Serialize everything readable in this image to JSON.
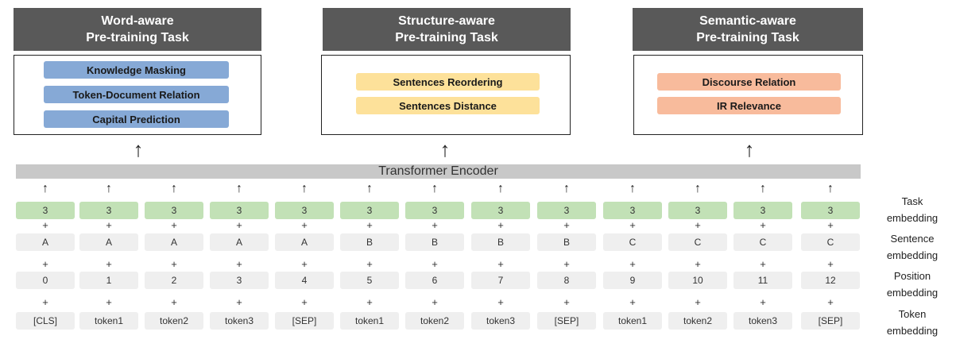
{
  "headers": {
    "word": {
      "line1": "Word-aware",
      "line2": "Pre-training Task"
    },
    "structure": {
      "line1": "Structure-aware",
      "line2": "Pre-training Task"
    },
    "semantic": {
      "line1": "Semantic-aware",
      "line2": "Pre-training Task"
    }
  },
  "tasks": {
    "word": [
      "Knowledge Masking",
      "Token-Document Relation",
      "Capital Prediction"
    ],
    "structure": [
      "Sentences Reordering",
      "Sentences Distance"
    ],
    "semantic": [
      "Discourse Relation",
      "IR Relevance"
    ]
  },
  "encoder_label": "Transformer Encoder",
  "rows": {
    "task": [
      "3",
      "3",
      "3",
      "3",
      "3",
      "3",
      "3",
      "3",
      "3",
      "3",
      "3",
      "3",
      "3"
    ],
    "sentence": [
      "A",
      "A",
      "A",
      "A",
      "A",
      "B",
      "B",
      "B",
      "B",
      "C",
      "C",
      "C",
      "C"
    ],
    "position": [
      "0",
      "1",
      "2",
      "3",
      "4",
      "5",
      "6",
      "7",
      "8",
      "9",
      "10",
      "11",
      "12"
    ],
    "token": [
      "[CLS]",
      "token1",
      "token2",
      "token3",
      "[SEP]",
      "token1",
      "token2",
      "token3",
      "[SEP]",
      "token1",
      "token2",
      "token3",
      "[SEP]"
    ]
  },
  "row_labels": {
    "task": {
      "line1": "Task",
      "line2": "embedding"
    },
    "sentence": {
      "line1": "Sentence",
      "line2": "embedding"
    },
    "position": {
      "line1": "Position",
      "line2": "embedding"
    },
    "token": {
      "line1": "Token",
      "line2": "embedding"
    }
  },
  "symbols": {
    "arrow": "↑",
    "plus": "+"
  },
  "colors": {
    "header_bg": "#595959",
    "word_task": "#86a9d6",
    "structure_task": "#fde19a",
    "semantic_task": "#f8bb9c",
    "task_embedding": "#c2e1b6",
    "other_embedding": "#efefef",
    "encoder": "#c8c8c8"
  }
}
